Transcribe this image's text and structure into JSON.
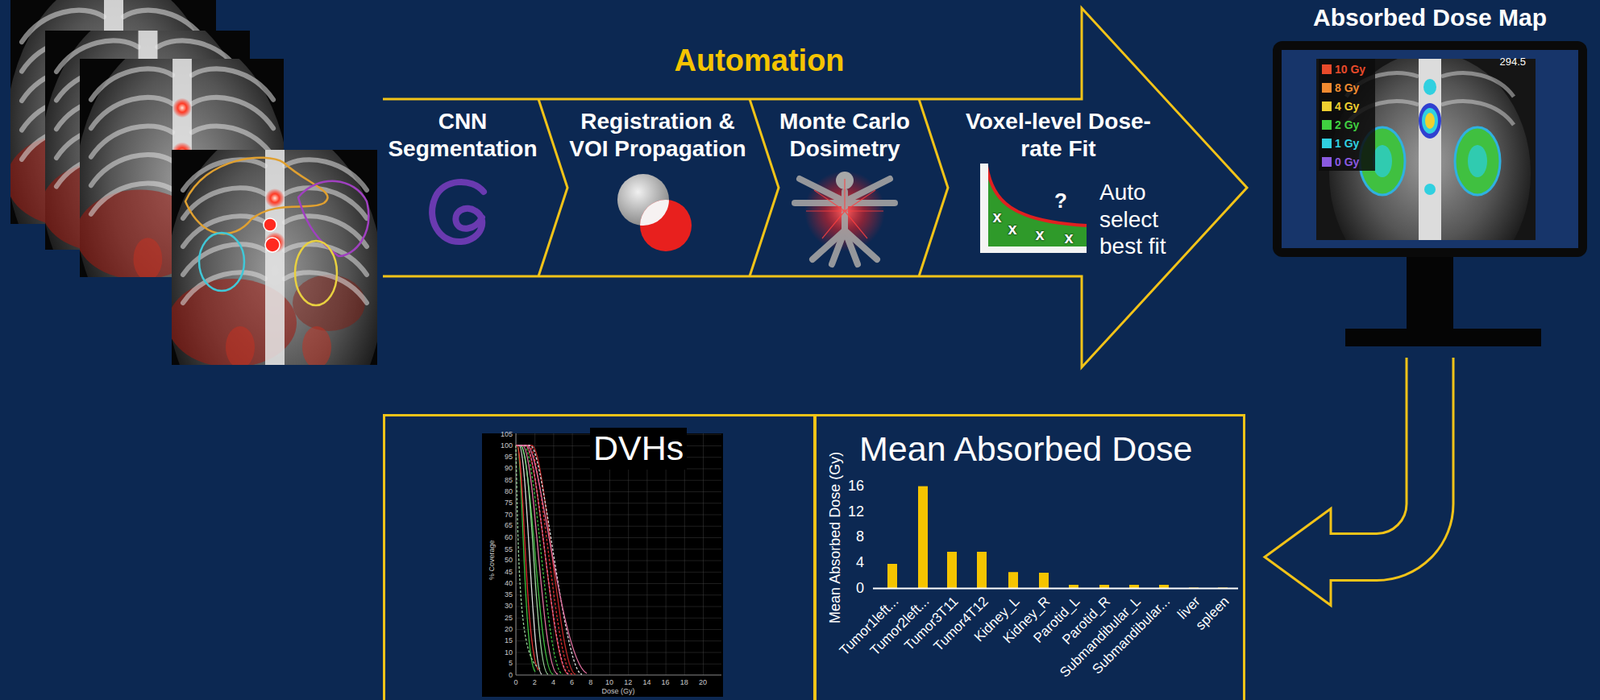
{
  "diagram": {
    "nodes": [
      {
        "text": [
          "Automation"
        ]
      },
      {
        "text": [
          "CNN Segmentation"
        ],
        "in": 0
      },
      {
        "text": [
          "Registration & VOI Propagation"
        ],
        "in": 0
      },
      {
        "text": [
          "Monte Carlo Dosimetry"
        ],
        "in": 0
      },
      {
        "text": [
          "Voxel-level Dose-rate Fit",
          "Auto select best fit"
        ],
        "in": 0
      },
      {
        "text": [
          "Absorbed Dose Map"
        ]
      },
      {
        "text": [
          "DVHs"
        ]
      },
      {
        "text": [
          "Mean Absorbed Dose"
        ]
      }
    ],
    "edges": [
      {
        "from": 5,
        "to": 7,
        "arrow": "to"
      }
    ],
    "labels": [
      "294.5",
      "x",
      "x",
      "x",
      "x",
      "?",
      "105",
      "100",
      "95",
      "90",
      "85",
      "80",
      "75",
      "70",
      "65",
      "60",
      "55",
      "50",
      "45",
      "40",
      "35",
      "30",
      "25",
      "20",
      "15",
      "10",
      "5",
      "0",
      "0",
      "2",
      "4",
      "6",
      "8",
      "10",
      "12",
      "14",
      "16",
      "18",
      "20",
      "% Coverage",
      "Dose (Gy)",
      "Mean Absorbed Dose (Gy)",
      "16",
      "12",
      "8",
      "4",
      "0",
      "Tumor1left...",
      "Tumor2left...",
      "Tumor3T11",
      "Tumor4T12",
      "Kidney_L",
      "Kidney_R",
      "Parotid_L",
      "Parotid_R",
      "Submandibular_L",
      "Submandibular...",
      "liver",
      "spleen"
    ],
    "legend": [
      {
        "text": "10 Gy",
        "color": "#e84a2a"
      },
      {
        "text": "8 Gy",
        "color": "#f08a30"
      },
      {
        "text": "4 Gy",
        "color": "#f0d030"
      },
      {
        "text": "2 Gy",
        "color": "#40d040"
      },
      {
        "text": "1 Gy",
        "color": "#30d0e0"
      },
      {
        "text": "0 Gy",
        "color": "#8a5ae0"
      }
    ]
  }
}
